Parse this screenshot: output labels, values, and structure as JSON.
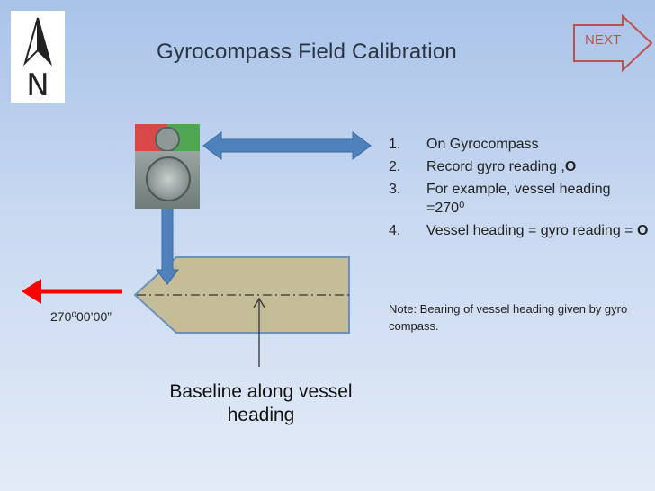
{
  "slide": {
    "title": "Gyrocompass Field Calibration",
    "north_letter": "N",
    "next_label": "NEXT",
    "steps": [
      {
        "num": "1.",
        "text": "On Gyrocompass",
        "bold": ""
      },
      {
        "num": "2.",
        "text": "Record gyro reading ,",
        "bold": "O"
      },
      {
        "num": "3.",
        "text": "For example, vessel heading =270⁰",
        "bold": ""
      },
      {
        "num": "4.",
        "text": "Vessel heading = gyro reading = ",
        "bold": "O"
      }
    ],
    "note": "Note: Bearing of vessel heading given by gyro compass.",
    "heading_value": "270⁰00’00”",
    "baseline_caption": "Baseline along vessel heading"
  },
  "colors": {
    "arrow_blue": "#4f81bd",
    "arrow_red": "#ff0000",
    "vessel_fill": "#c4bd97",
    "next_red": "#c0504d"
  },
  "icons": {
    "north": "north-arrow-icon",
    "gyro": "gyrocompass-device-icon"
  }
}
